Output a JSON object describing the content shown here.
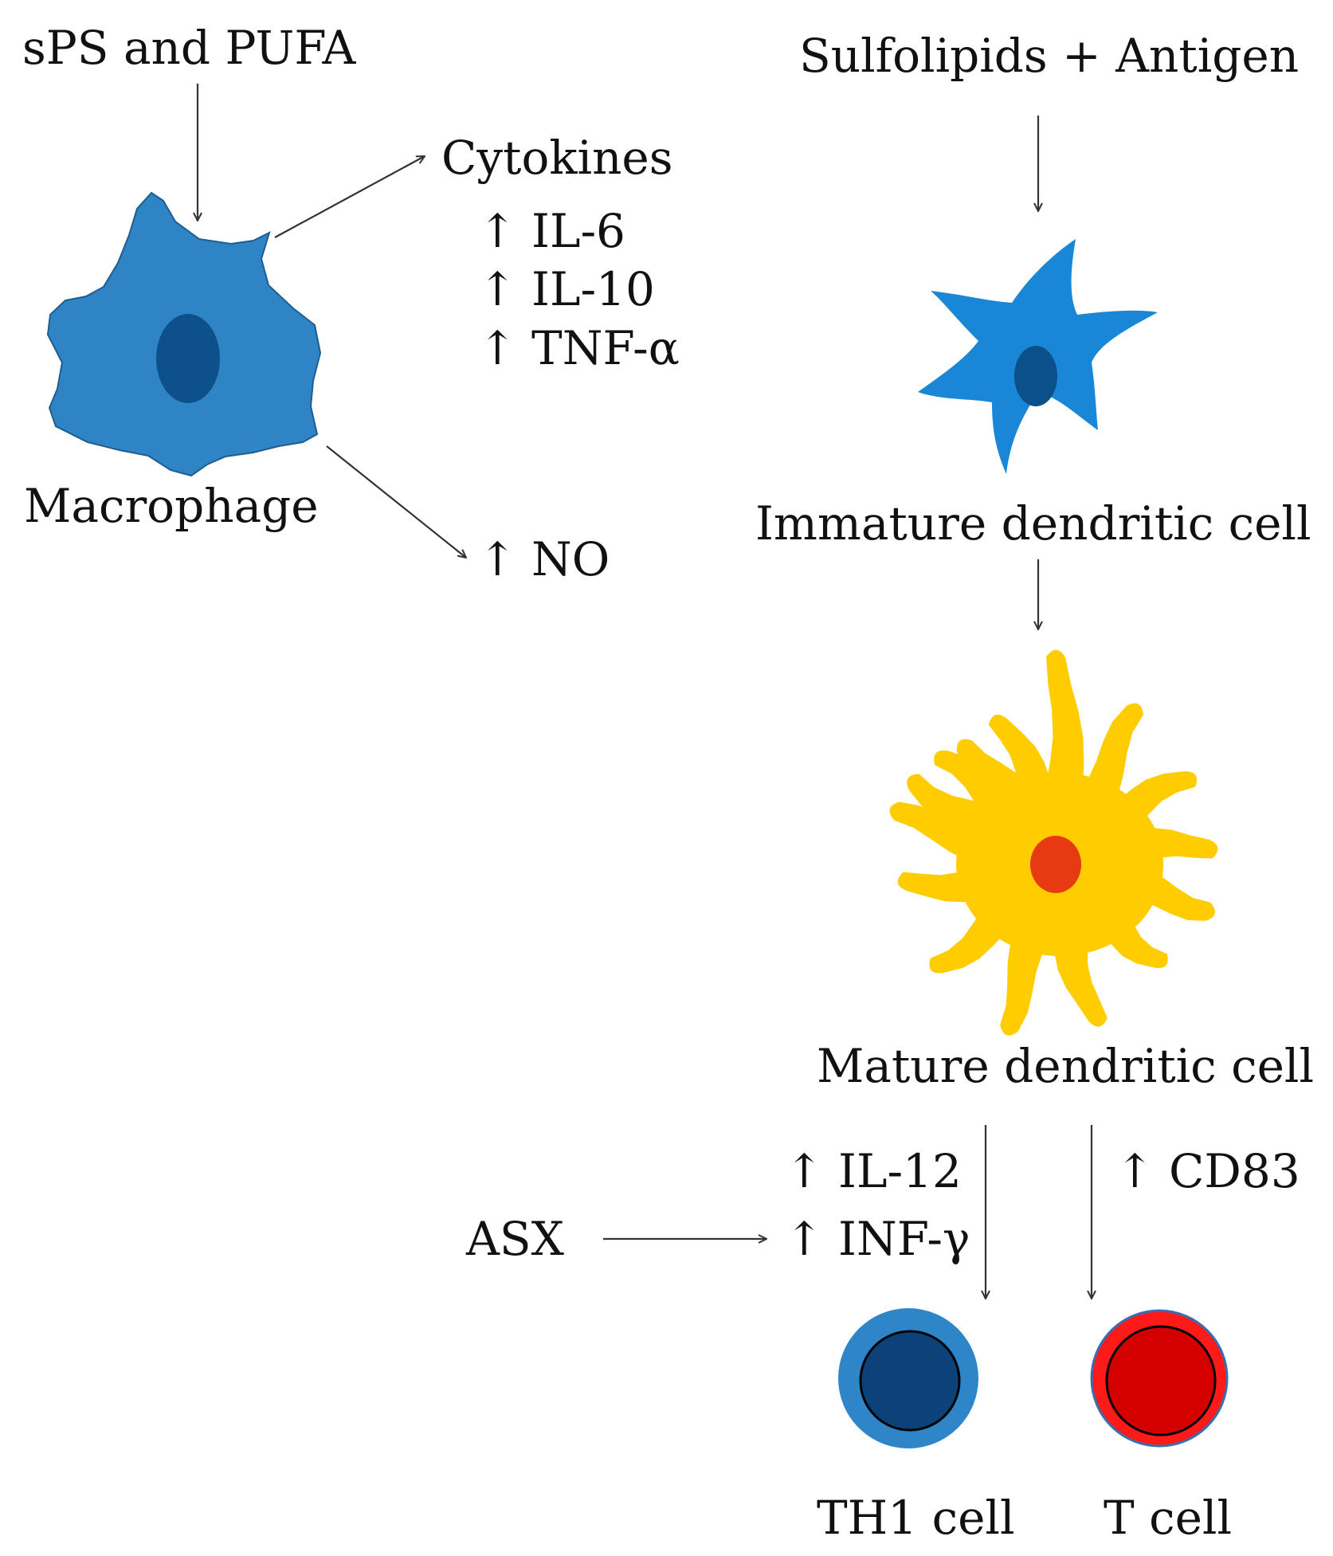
{
  "left_pathway": {
    "stimulus": "sPS and PUFA",
    "cell_label": "Macrophage",
    "cytokines_heading": "Cytokines",
    "cytokines": [
      "↑ IL-6",
      "↑ IL-10",
      "↑ TNF-α"
    ],
    "nitric_oxide": "↑ NO"
  },
  "right_pathway": {
    "stimulus": "Sulfolipids + Antigen",
    "immature_cell_label": "Immature dendritic cell",
    "mature_cell_label": "Mature dendritic cell",
    "th1_markers": [
      "↑ IL-12",
      "↑ INF-γ"
    ],
    "tcell_marker": "↑ CD83",
    "asx_label": "ASX",
    "th1_cell_label": "TH1 cell",
    "t_cell_label": "T cell"
  },
  "colors": {
    "macrophage_body": "#2e84c4",
    "macrophage_nucleus": "#0e5089",
    "immature_dc_body": "#1a86d6",
    "immature_dc_nucleus": "#0b5089",
    "mature_dc_body": "#ffcc00",
    "mature_dc_nucleus": "#e83a10",
    "th1_outer": "#2e86c8",
    "th1_inner": "#0b427a",
    "tcell_outer": "#ff1a1a",
    "tcell_inner": "#d40000",
    "arrow": "#333333"
  }
}
